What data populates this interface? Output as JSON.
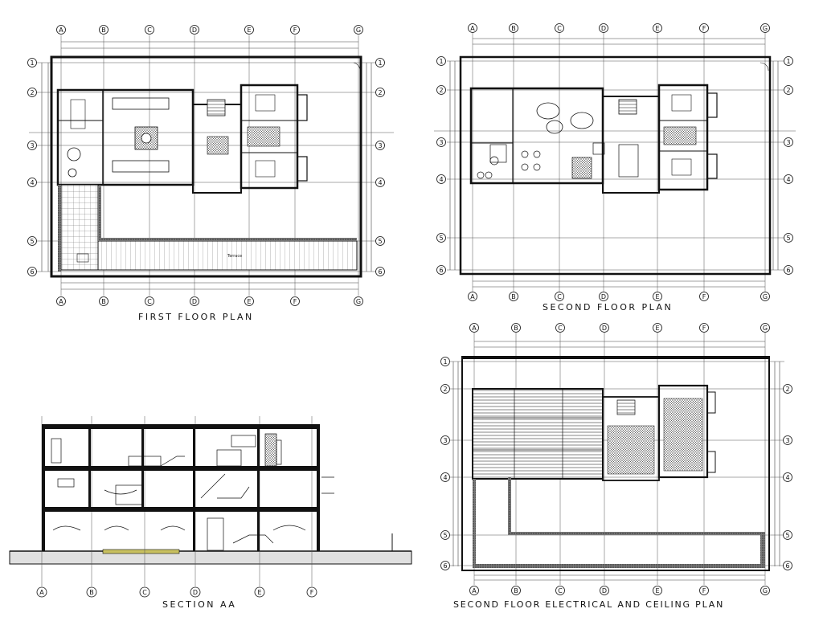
{
  "drawings": {
    "first_floor": {
      "title": "FIRST FLOOR PLAN",
      "grid_columns": [
        "A",
        "B",
        "C",
        "D",
        "E",
        "F",
        "G"
      ],
      "grid_rows": [
        "1",
        "2",
        "3",
        "4",
        "5",
        "6"
      ],
      "terrace_label": "Terrace"
    },
    "second_floor": {
      "title": "SECOND FLOOR PLAN",
      "grid_columns": [
        "A",
        "B",
        "C",
        "D",
        "E",
        "F",
        "G"
      ],
      "grid_rows": [
        "1",
        "2",
        "3",
        "4",
        "5",
        "6"
      ]
    },
    "section": {
      "title": "SECTION AA",
      "grid_columns": [
        "A",
        "B",
        "C",
        "D",
        "E",
        "F"
      ]
    },
    "electrical": {
      "title": "SECOND FLOOR ELECTRICAL AND CEILING PLAN",
      "grid_columns": [
        "A",
        "B",
        "C",
        "D",
        "E",
        "F",
        "G"
      ],
      "grid_rows": [
        "1",
        "2",
        "3",
        "4",
        "5",
        "6"
      ]
    }
  },
  "colors": {
    "line": "#111111",
    "grid": "#444444",
    "hatch": "#555555",
    "ground": "#e0e0e0",
    "accent_slab": "#c8c060"
  }
}
